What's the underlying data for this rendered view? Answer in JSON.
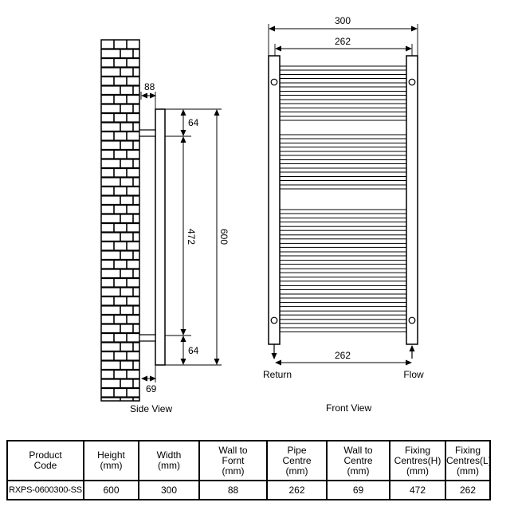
{
  "views": {
    "side_view_label": "Side View",
    "front_view_label": "Front View"
  },
  "dimensions": {
    "wall_gap": "88",
    "top_bar_offset": "64",
    "fixing_centres": "472",
    "overall_height": "600",
    "bottom_bar_offset": "64",
    "pipe_offset": "69",
    "overall_width": "300",
    "pipe_centre_top": "262",
    "pipe_centre_bottom": "262"
  },
  "ports": {
    "return_label": "Return",
    "flow_label": "Flow"
  },
  "colors": {
    "line": "#000000",
    "background": "#ffffff"
  },
  "table": {
    "headers": [
      [
        "Product",
        "Code"
      ],
      [
        "Height",
        "(mm)"
      ],
      [
        "Width",
        "(mm)"
      ],
      [
        "Wall to",
        "Fornt",
        "(mm)"
      ],
      [
        "Pipe",
        "Centre",
        "(mm)"
      ],
      [
        "Wall to",
        "Centre",
        "(mm)"
      ],
      [
        "Fixing",
        "Centres(H)",
        "(mm)"
      ],
      [
        "Fixing",
        "Centres(L)",
        "(mm)"
      ]
    ],
    "rows": [
      [
        "RXPS-0600300-SS",
        "600",
        "300",
        "88",
        "262",
        "69",
        "472",
        "262"
      ]
    ]
  }
}
